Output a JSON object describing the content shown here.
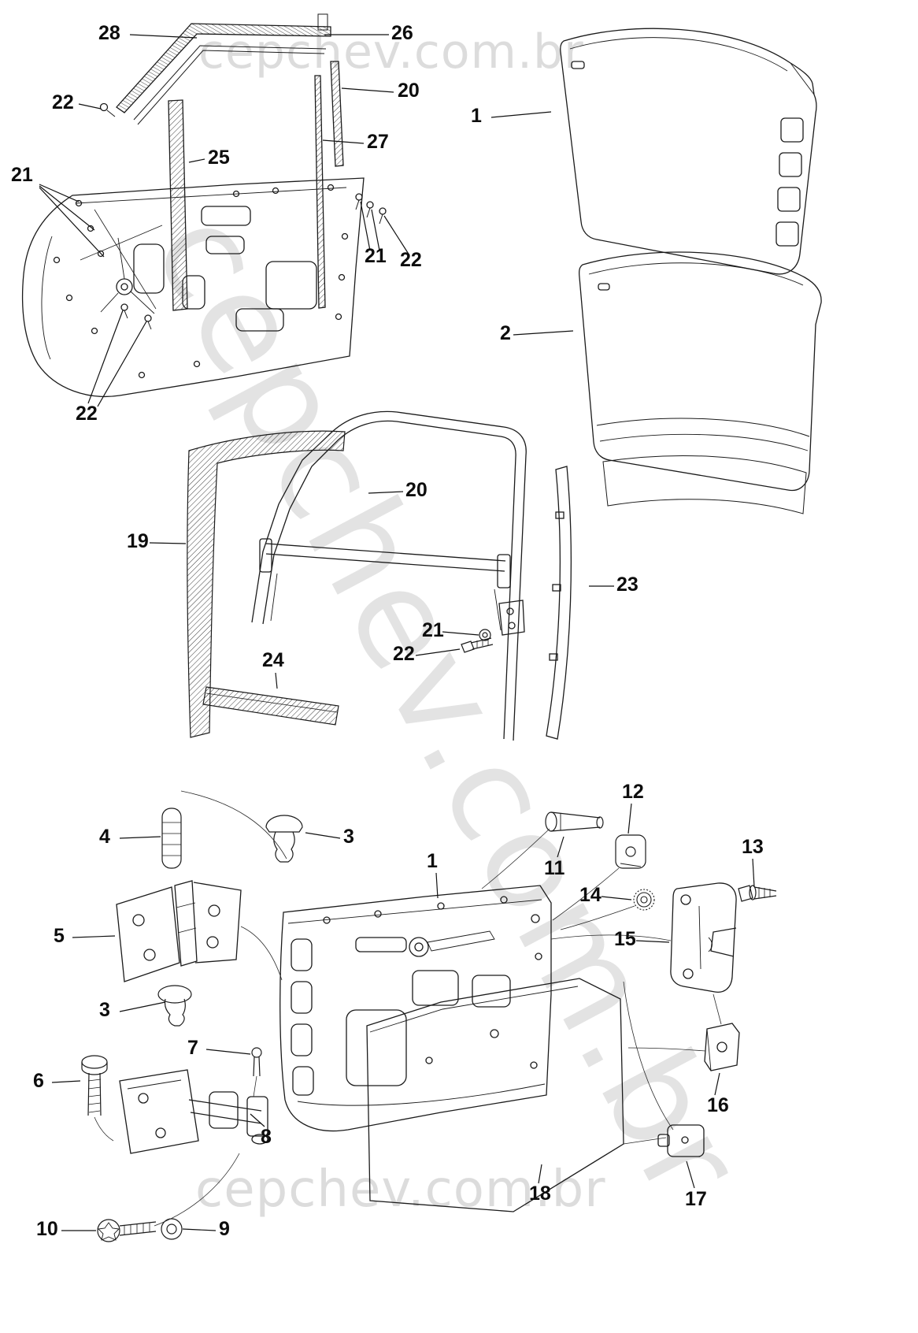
{
  "watermarks": {
    "top": "cepchev.com.br",
    "diagonal": "cepchev.com.br",
    "bottom": "cepchev.com.br"
  },
  "callouts": [
    {
      "label": "28"
    },
    {
      "label": "26"
    },
    {
      "label": "22"
    },
    {
      "label": "20"
    },
    {
      "label": "1"
    },
    {
      "label": "27"
    },
    {
      "label": "25"
    },
    {
      "label": "21"
    },
    {
      "label": "21"
    },
    {
      "label": "22"
    },
    {
      "label": "2"
    },
    {
      "label": "22"
    },
    {
      "label": "20"
    },
    {
      "label": "19"
    },
    {
      "label": "23"
    },
    {
      "label": "21"
    },
    {
      "label": "22"
    },
    {
      "label": "24"
    },
    {
      "label": "12"
    },
    {
      "label": "4"
    },
    {
      "label": "3"
    },
    {
      "label": "1"
    },
    {
      "label": "11"
    },
    {
      "label": "13"
    },
    {
      "label": "14"
    },
    {
      "label": "5"
    },
    {
      "label": "15"
    },
    {
      "label": "3"
    },
    {
      "label": "7"
    },
    {
      "label": "6"
    },
    {
      "label": "16"
    },
    {
      "label": "8"
    },
    {
      "label": "18"
    },
    {
      "label": "17"
    },
    {
      "label": "10"
    },
    {
      "label": "9"
    }
  ]
}
